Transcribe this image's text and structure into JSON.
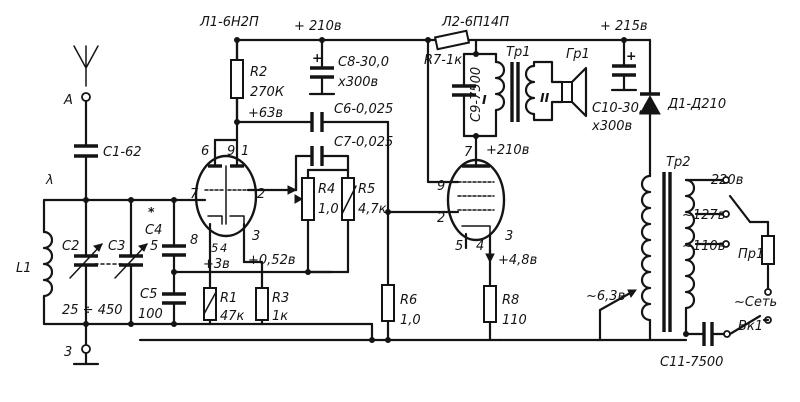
{
  "tubes": {
    "v1": "Л1-6Н2П",
    "v2": "Л2-6П14П"
  },
  "antenna": {
    "terminal": "A",
    "cap": "C1-62",
    "lambda": "λ"
  },
  "ground": {
    "terminal": "3"
  },
  "coils": {
    "l1": "L1"
  },
  "caps": {
    "c2": "C2",
    "c3": "C3",
    "c23_range": "25 ÷ 450",
    "c4": "C4",
    "c4_val": "5",
    "c4_star": "*",
    "c5": "C5",
    "c5_val": "100",
    "c6": "C6-0,025",
    "c7": "C7-0,025",
    "c8": "C8-30,0",
    "c8_v": "x300в",
    "c9": "C9-7500",
    "c10": "C10-30,0",
    "c10_v": "x300в",
    "c11": "C11-7500"
  },
  "resistors": {
    "r1": "R1",
    "r1_val": "47к",
    "r2": "R2",
    "r2_val": "270К",
    "r3": "R3",
    "r3_val": "1к",
    "r4": "R4",
    "r4_val": "1,0",
    "r5": "R5",
    "r5_val": "4,7к",
    "r6": "R6",
    "r6_val": "1,0",
    "r7": "R7-1к",
    "r8": "R8",
    "r8_val": "110"
  },
  "voltages": {
    "v_210": "+ 210в",
    "v_215": "+ 215в",
    "v_63": "+63в",
    "v_210b": "+210в",
    "v_3": "+3в",
    "v_052": "+0,52в",
    "v_48": "+4,8в"
  },
  "pins": {
    "p6": "6",
    "p9a": "9",
    "p1": "1",
    "p7a": "7",
    "p2a": "2",
    "p8": "8",
    "p3a": "3",
    "p4a": "4",
    "p5a": "5",
    "p7b": "7",
    "p9b": "9",
    "p2b": "2",
    "p3b": "3",
    "p5b": "5",
    "p4b": "4"
  },
  "output": {
    "tr1": "Tp1",
    "gr1": "Гp1",
    "w1": "I",
    "w2": "II"
  },
  "power": {
    "tr2": "Tp2",
    "d1": "Д1-Д210",
    "v220": "~220в",
    "v127": "~127в",
    "v110": "~110в",
    "v63": "~6,3в",
    "fuse": "Пp1",
    "mains": "~Сеть",
    "switch": "Вк1"
  }
}
